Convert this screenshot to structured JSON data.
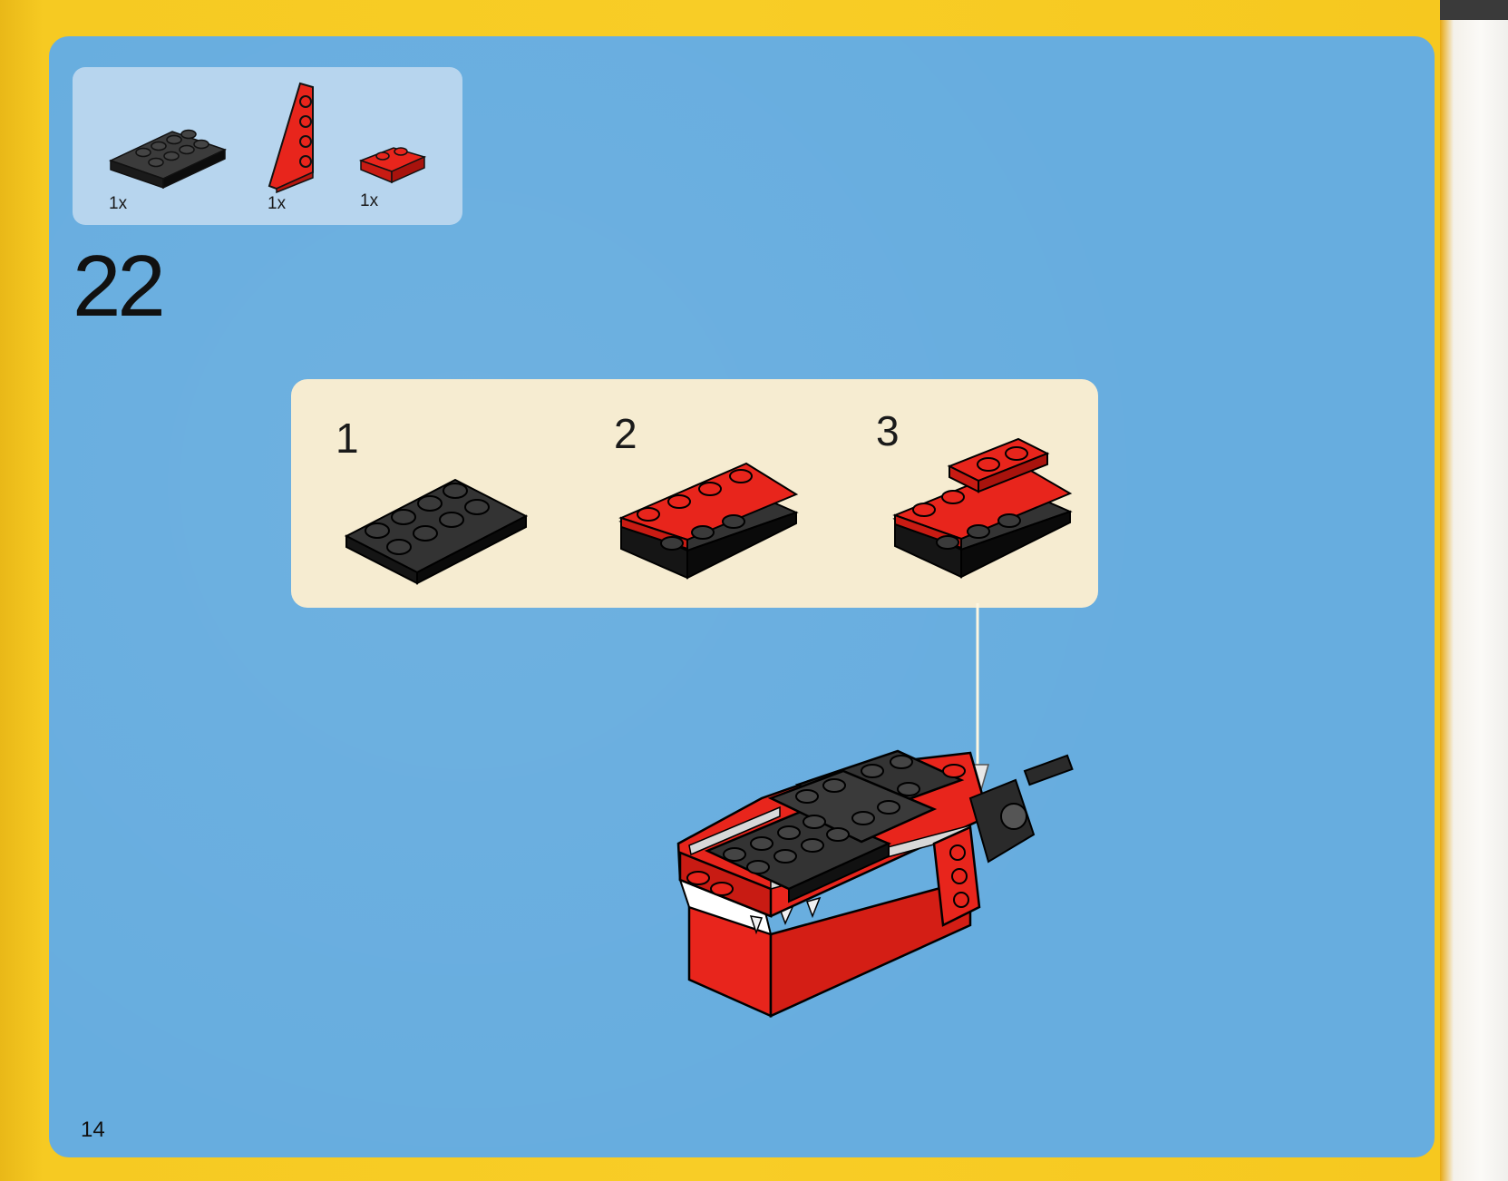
{
  "page": {
    "step_number": "22",
    "page_number": "14"
  },
  "parts_needed": [
    {
      "part": "black-plate-2x4",
      "quantity": "1x"
    },
    {
      "part": "red-wedge-plate",
      "quantity": "1x"
    },
    {
      "part": "red-plate-1x2",
      "quantity": "1x"
    }
  ],
  "substeps": [
    {
      "number": "1"
    },
    {
      "number": "2"
    },
    {
      "number": "3"
    }
  ],
  "colors": {
    "panel_blue": "#67addf",
    "page_yellow": "#f6c81c",
    "parts_box": "#b7d5ee",
    "substep_box": "#f6ecd1",
    "brick_red": "#e8251c",
    "brick_black": "#222222"
  }
}
